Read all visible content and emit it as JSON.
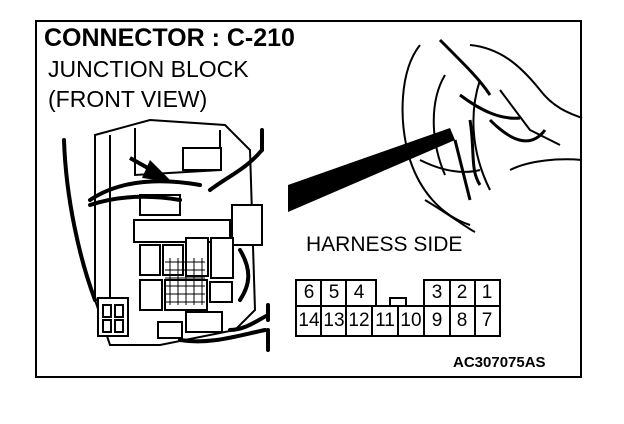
{
  "title": "CONNECTOR : C-210",
  "subtitle_line1": "JUNCTION BLOCK",
  "subtitle_line2": "(FRONT VIEW)",
  "harness_label": "HARNESS SIDE",
  "diagram_code": "AC307075AS",
  "connector": {
    "top_row": [
      "6",
      "5",
      "4",
      "",
      "3",
      "2",
      "1"
    ],
    "bottom_row": [
      "14",
      "13",
      "12",
      "11",
      "10",
      "9",
      "8",
      "7"
    ]
  }
}
